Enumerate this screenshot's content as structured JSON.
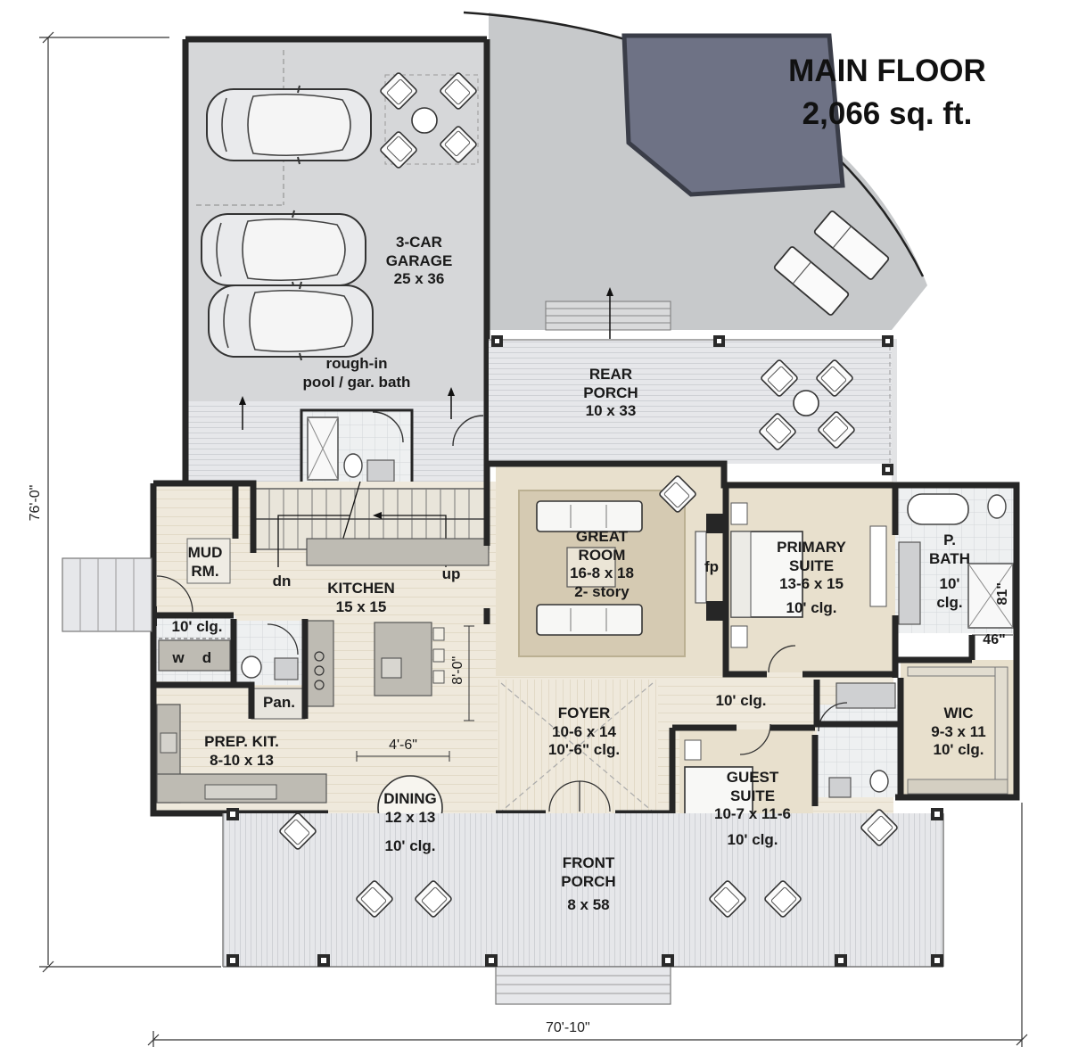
{
  "title": {
    "line1": "MAIN FLOOR",
    "line2": "2,066 sq. ft."
  },
  "dimensions": {
    "overall_width": "70'-10\"",
    "overall_depth": "76'-0\""
  },
  "rooms": {
    "garage": {
      "line1": "3-CAR",
      "line2": "GARAGE",
      "line3": "25 x 36"
    },
    "garage_bath": {
      "line1": "rough-in",
      "line2": "pool / gar. bath"
    },
    "rear_porch": {
      "line1": "REAR",
      "line2": "PORCH",
      "line3": "10 x 33"
    },
    "great_room": {
      "line1": "GREAT",
      "line2": "ROOM",
      "line3": "16-8 x 18",
      "line4": "2- story"
    },
    "fireplace": {
      "label": "fp"
    },
    "primary_suite": {
      "line1": "PRIMARY",
      "line2": "SUITE",
      "line3": "13-6 x 15",
      "line4": "10' clg."
    },
    "primary_bath": {
      "line1": "P.",
      "line2": "BATH",
      "line3": "10'",
      "line4": "clg."
    },
    "shower": {
      "width": "46\"",
      "depth": "81\""
    },
    "mud_room": {
      "line1": "MUD",
      "line2": "RM."
    },
    "laundry": {
      "clg": "10' clg.",
      "washer": "w",
      "dryer": "d"
    },
    "kitchen": {
      "line1": "KITCHEN",
      "line2": "15 x 15",
      "stair_down": "dn",
      "stair_up": "up"
    },
    "island": {
      "width": "4'-6\"",
      "length": "8'-0\""
    },
    "pantry": {
      "label": "Pan."
    },
    "prep_kitchen": {
      "line1": "PREP. KIT.",
      "line2": "8-10 x 13"
    },
    "dining": {
      "line1": "DINING",
      "line2": "12 x 13",
      "line3": "10' clg."
    },
    "foyer": {
      "line1": "FOYER",
      "line2": "10-6 x 14",
      "line3": "10'-6\" clg."
    },
    "hall": {
      "clg": "10' clg."
    },
    "guest_suite": {
      "line1": "GUEST",
      "line2": "SUITE",
      "line3": "10-7 x 11-6",
      "line4": "10' clg."
    },
    "wic": {
      "line1": "WIC",
      "line2": "9-3 x 11",
      "line3": "10' clg."
    },
    "front_porch": {
      "line1": "FRONT",
      "line2": "PORCH",
      "line3": "8 x 58"
    }
  },
  "colors": {
    "wall": "#262626",
    "patio": "#c9cbcc",
    "garage_floor": "#d7d8da",
    "deck": "#e8e9eb",
    "interior_floor": "#ece6d8",
    "carpet": "#e9e2d0",
    "rug": "#d6ccb4",
    "counter": "#b8b5ae",
    "pool": "#6f7384"
  }
}
